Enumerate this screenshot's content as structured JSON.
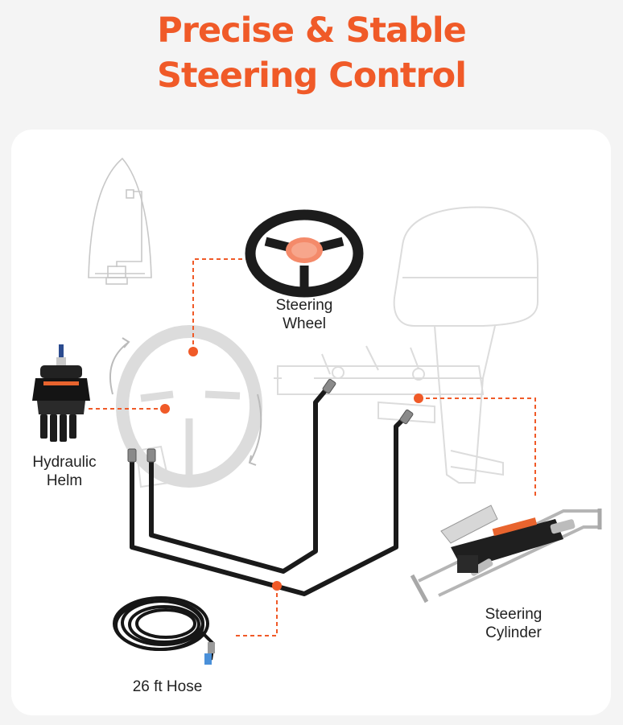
{
  "headline": {
    "line1": "Precise & Stable",
    "line2": "Steering Control"
  },
  "colors": {
    "accent": "#f05a28",
    "hose": "#1a1a1a",
    "sketch": "#d8d8d8",
    "card": "#ffffff",
    "background": "#f4f4f4"
  },
  "components": {
    "steering_wheel": {
      "line1": "Steering",
      "line2": "Wheel"
    },
    "hydraulic_helm": {
      "line1": "Hydraulic",
      "line2": "Helm"
    },
    "steering_cylinder": {
      "line1": "Steering",
      "line2": "Cylinder"
    },
    "hose": {
      "label": "26 ft Hose"
    }
  }
}
